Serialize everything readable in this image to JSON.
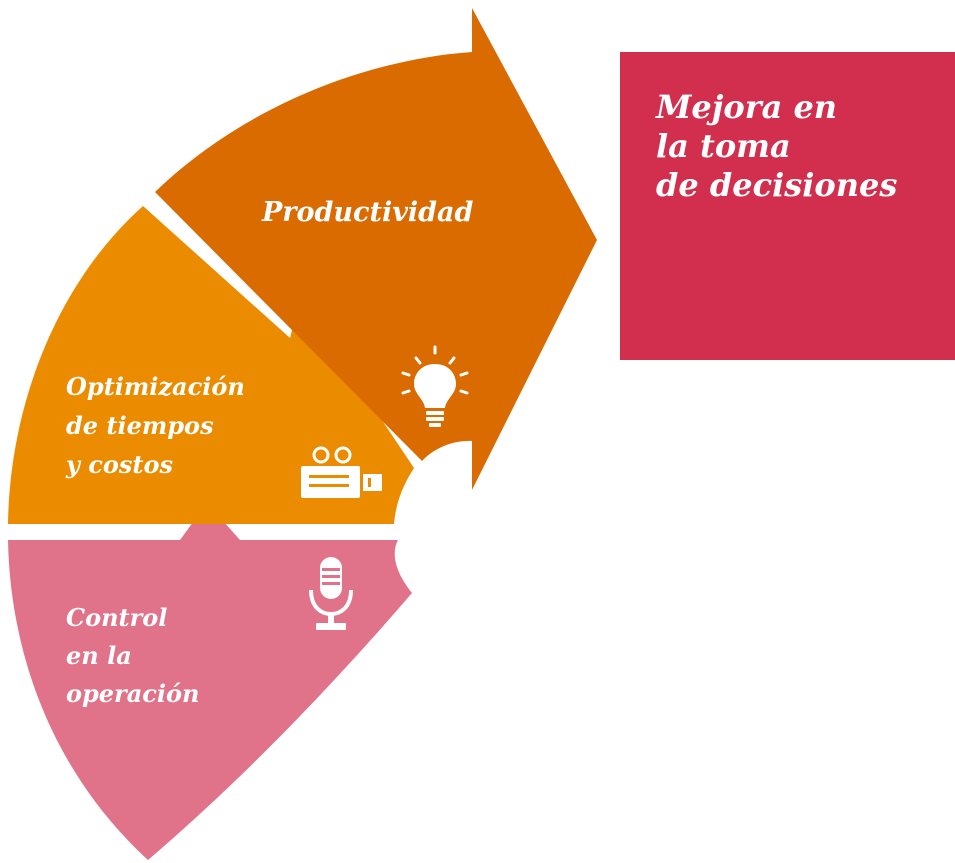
{
  "colors": {
    "productividad": "#d96b00",
    "optimizacion": "#eb8c00",
    "control": "#e0738a",
    "callout": "#d22f4f",
    "text": "#ffffff",
    "background": "#ffffff"
  },
  "segments": {
    "productividad": {
      "lines": [
        "Productividad"
      ],
      "icon": "lightbulb-icon"
    },
    "optimizacion": {
      "lines": [
        "Optimización",
        "de tiempos",
        "y costos"
      ],
      "icon": "video-camera-icon"
    },
    "control": {
      "lines": [
        "Control",
        "en la",
        "operación"
      ],
      "icon": "microphone-icon"
    }
  },
  "callout": {
    "lines": [
      "Mejora en",
      "la toma",
      "de decisiones"
    ]
  }
}
